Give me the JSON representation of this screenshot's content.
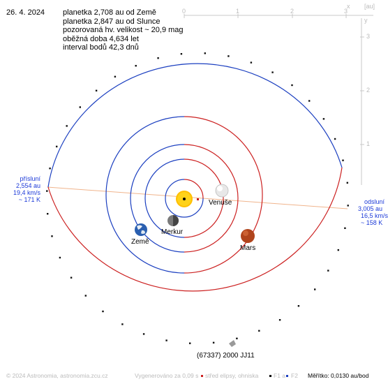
{
  "date": "26. 4. 2024",
  "info_lines": [
    "planetka 2,708 au od Země",
    "planetka 2,847 au od Slunce",
    "pozorovaná hv. velikost ~ 20,9 mag",
    "oběžná doba 4,634 let",
    "interval bodů 42,3 dnů"
  ],
  "axes": {
    "x_label": "x",
    "unit_label": "[au]",
    "y_label": "y",
    "x_ticks": [
      "0",
      "1",
      "2",
      "3"
    ],
    "y_ticks": [
      "3",
      "2",
      "1"
    ]
  },
  "perihelion": {
    "title": "přísluní",
    "distance": "2,554 au",
    "speed": "19,4 km/s",
    "temperature": "~ 171 K"
  },
  "aphelion": {
    "title": "odsluní",
    "distance": "3,005 au",
    "speed": "16,5 km/s",
    "temperature": "~ 158 K"
  },
  "bodies": {
    "venus": "Venuše",
    "mercury": "Merkur",
    "earth": "Země",
    "mars": "Mars",
    "asteroid": "(67337) 2000 JJ11"
  },
  "footer": {
    "copyright": "© 2024 Astronomia, astronomia.zcu.cz",
    "generated": "Vygenerováno za 0,09 s",
    "legend_center": "střed elipsy, ohniska",
    "legend_f1": "F1 a",
    "legend_f2": "F2",
    "scale": "Měřítko: 0,0130 au/bod"
  },
  "colors": {
    "orbit_near": "#cc2020",
    "orbit_far": "#1b3fc0",
    "apsis_line": "#f0b48c",
    "label_blue": "#1c3ad8",
    "sun": "#ffd21a"
  }
}
